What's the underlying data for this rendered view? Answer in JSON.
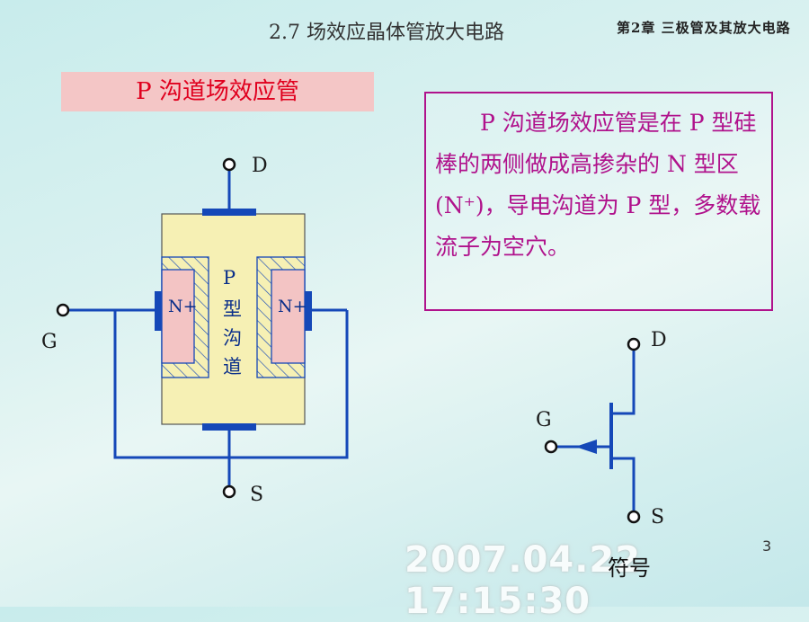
{
  "header": {
    "section_title": "2.7  场效应晶体管放大电路",
    "chapter": "第2章 三极管及其放大电路"
  },
  "title_box": {
    "text": "P 沟道场效应管"
  },
  "description": {
    "text": "P 沟道场效应管是在 P 型硅棒的两侧做成高掺杂的 N 型区(N⁺)，导电沟道为 P 型，多数载流子为空穴。"
  },
  "structure": {
    "terminal_d": "D",
    "terminal_g": "G",
    "terminal_s": "S",
    "left_region": "N+",
    "right_region": "N+",
    "channel_label": [
      "P",
      "型",
      "沟",
      "道"
    ]
  },
  "symbol": {
    "terminal_d": "D",
    "terminal_g": "G",
    "terminal_s": "S",
    "caption": "符号"
  },
  "page_number": "3",
  "timestamp": "2007.04.22 17:15:30",
  "colors": {
    "wire": "#1548b8",
    "terminal": "#111111",
    "title_text": "#e0001e",
    "title_bg": "#f4c6c6",
    "desc_text": "#b0128c",
    "body_fill": "#f6f0b4",
    "n_region": "#f3c4c4"
  }
}
